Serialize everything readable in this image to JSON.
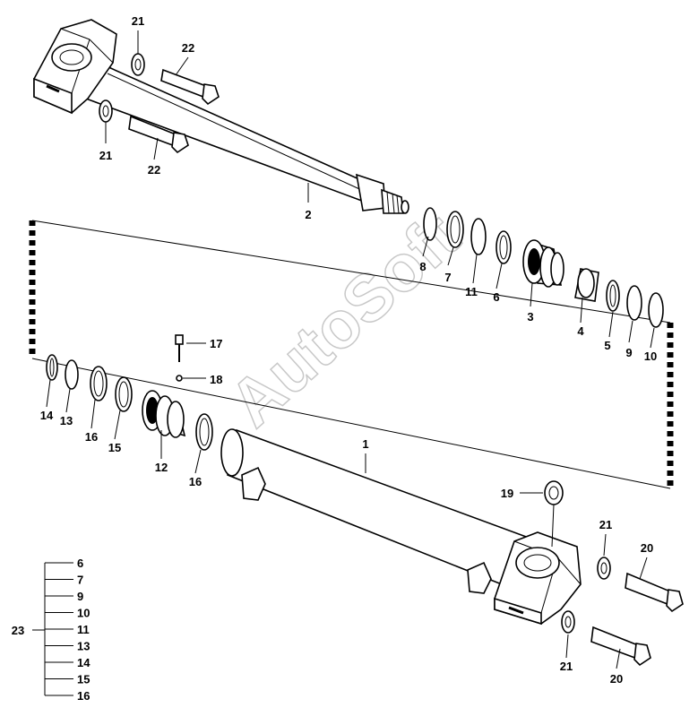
{
  "watermark": "AutoSoft",
  "callouts": {
    "c1": "1",
    "c2": "2",
    "c3": "3",
    "c4": "4",
    "c5": "5",
    "c6": "6",
    "c7": "7",
    "c8": "8",
    "c9": "9",
    "c10": "10",
    "c11": "11",
    "c12": "12",
    "c13": "13",
    "c14": "14",
    "c15": "15",
    "c16a": "16",
    "c16b": "16",
    "c17": "17",
    "c18": "18",
    "c19": "19",
    "c20a": "20",
    "c20b": "20",
    "c21a": "21",
    "c21b": "21",
    "c21c": "21",
    "c21d": "21",
    "c22a": "22",
    "c22b": "22"
  },
  "seal_kit": {
    "label": "23",
    "items": [
      "6",
      "7",
      "9",
      "10",
      "11",
      "13",
      "14",
      "15",
      "16"
    ]
  }
}
